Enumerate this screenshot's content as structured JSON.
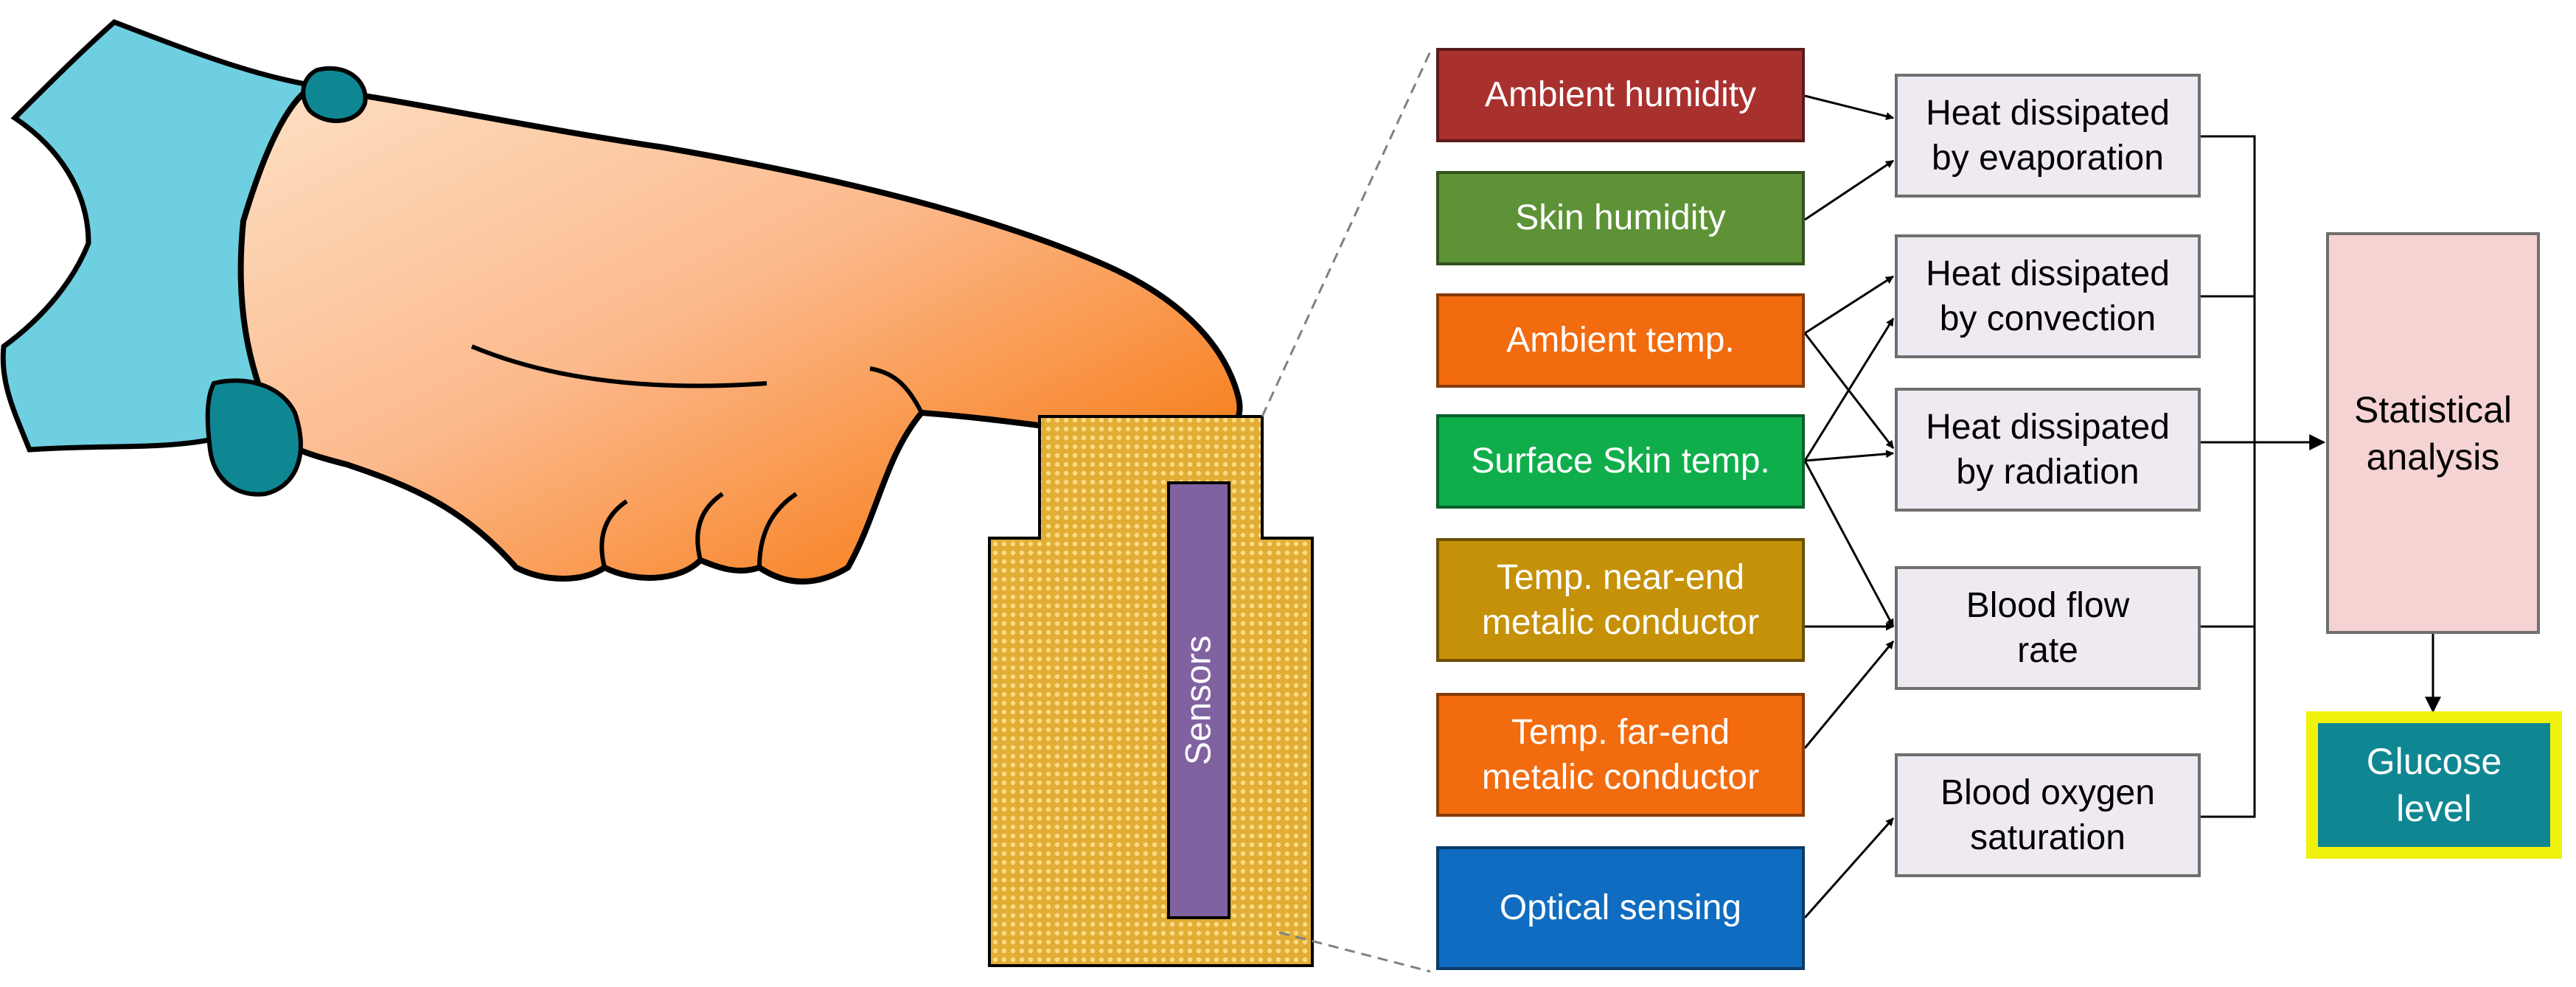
{
  "device": {
    "sensor_label": "Sensors"
  },
  "inputs": [
    {
      "text": "Ambient humidity",
      "color": "#a8312e"
    },
    {
      "text": "Skin humidity",
      "color": "#5e9236"
    },
    {
      "text": "Ambient temp.",
      "color": "#f26b0f"
    },
    {
      "text": "Surface Skin temp.",
      "color": "#0fae4b"
    },
    {
      "text": "Temp. near-end\nmetalic conductor",
      "color": "#c59108"
    },
    {
      "text": "Temp. far-end\nmetalic conductor",
      "color": "#f26b0f"
    },
    {
      "text": "Optical sensing",
      "color": "#0f6cc0"
    }
  ],
  "intermediates": [
    {
      "text": "Heat dissipated\nby evaporation"
    },
    {
      "text": "Heat dissipated\nby convection"
    },
    {
      "text": "Heat dissipated\nby radiation"
    },
    {
      "text": "Blood flow\nrate"
    },
    {
      "text": "Blood oxygen\nsaturation"
    }
  ],
  "analysis": {
    "text": "Statistical\nanalysis",
    "color": "#f6d3d3"
  },
  "output": {
    "text": "Glucose\nlevel",
    "color": "#0f8793",
    "border_color": "#f1f10e"
  },
  "colors": {
    "sleeve": "#6ecfe0",
    "cuff": "#0f8793",
    "device_fill": "#e2ad35"
  }
}
